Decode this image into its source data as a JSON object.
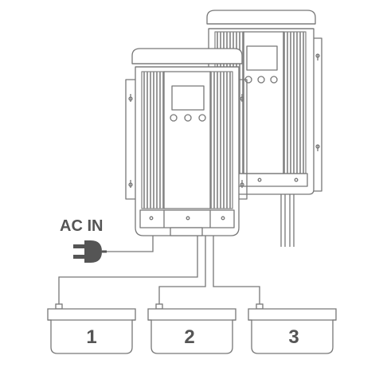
{
  "diagram": {
    "ac_input": {
      "label": "AC IN",
      "icon": "power-plug-icon"
    },
    "chargers": [
      {
        "role": "front",
        "icon": "battery-charger-icon"
      },
      {
        "role": "back",
        "icon": "battery-charger-icon"
      }
    ],
    "batteries": [
      {
        "label": "1"
      },
      {
        "label": "2"
      },
      {
        "label": "3"
      }
    ],
    "colors": {
      "line": "#777777",
      "fin": "#999999",
      "text": "#555555",
      "background": "#ffffff"
    }
  }
}
